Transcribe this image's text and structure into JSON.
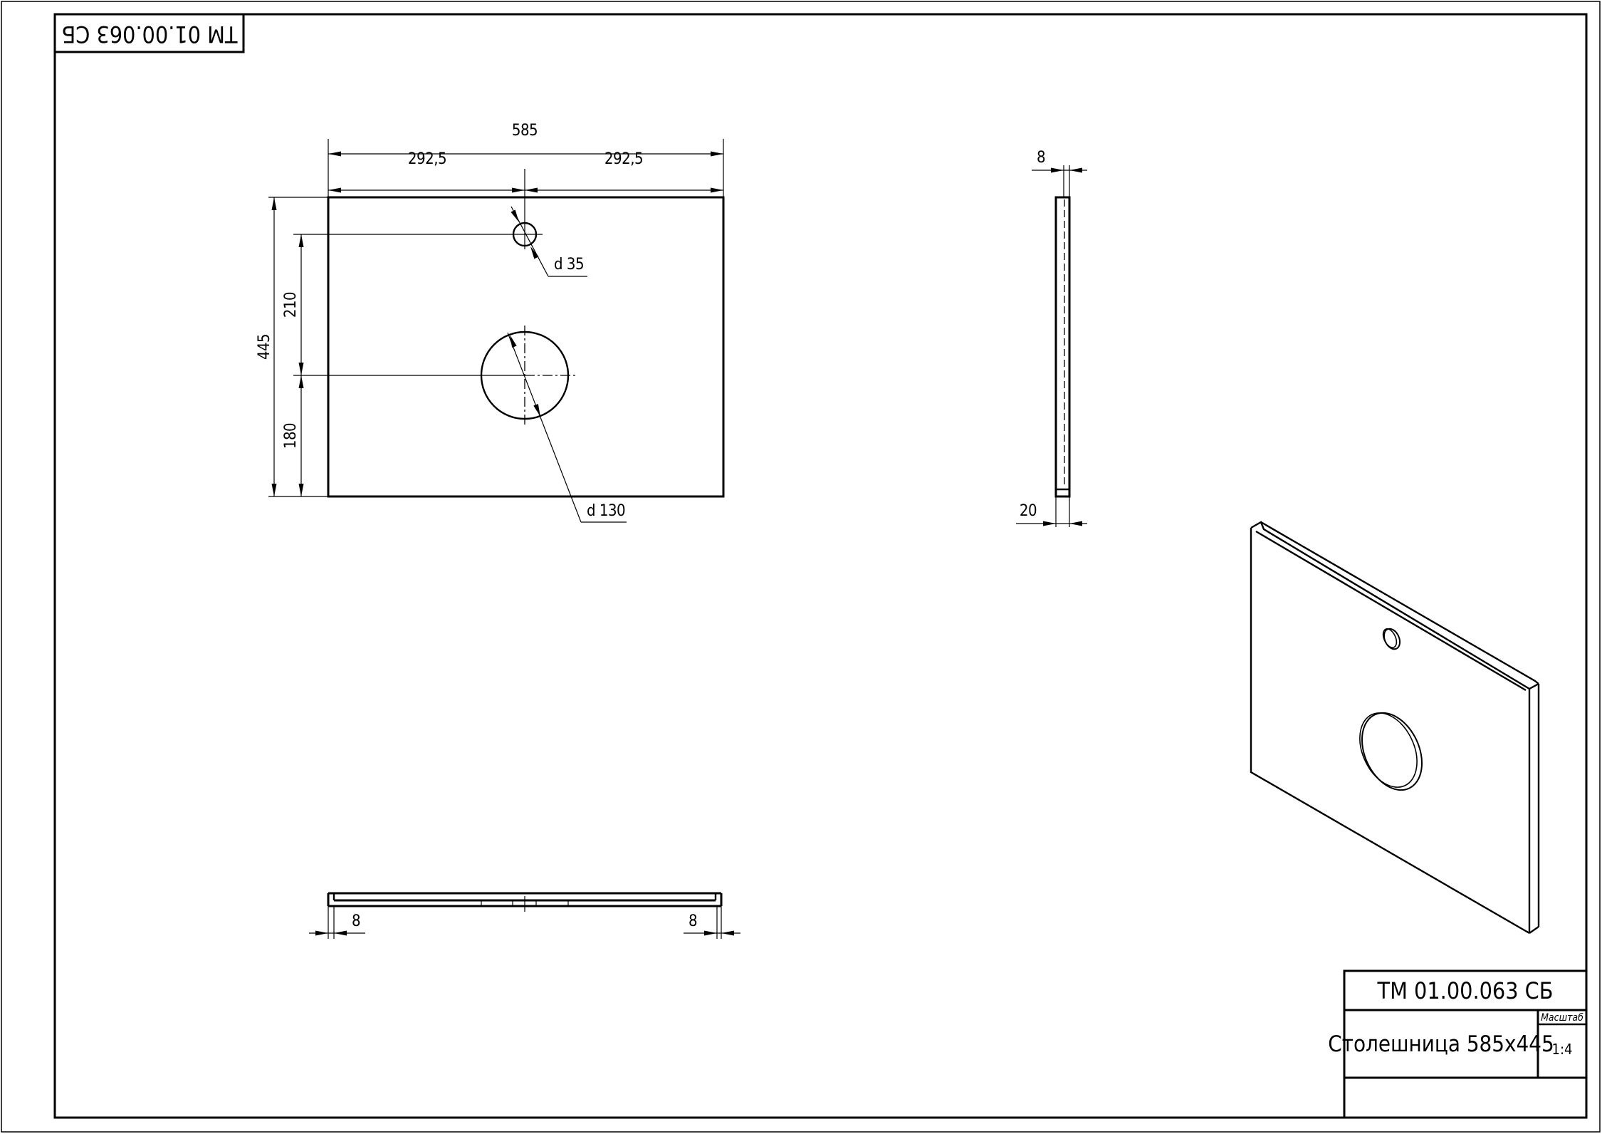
{
  "drawing": {
    "code": "ТМ 01.00.063 СБ",
    "code_rotated": "ТМ 01.00.063 СБ",
    "title": "Столешница 585x445",
    "scale_label": "Масштаб",
    "scale_value": "1:4"
  },
  "front_view": {
    "width_total": "585",
    "width_left_half": "292,5",
    "width_right_half": "292,5",
    "height_total": "445",
    "hole_small_offset": "210",
    "hole_large_offset": "180",
    "hole_small_diameter": "d 35",
    "hole_large_diameter": "d 130"
  },
  "side_view": {
    "thickness_top": "8",
    "thickness_bottom": "20"
  },
  "bottom_view": {
    "flange_left": "8",
    "flange_right": "8"
  },
  "colors": {
    "line": "#000000",
    "background": "#ffffff"
  }
}
